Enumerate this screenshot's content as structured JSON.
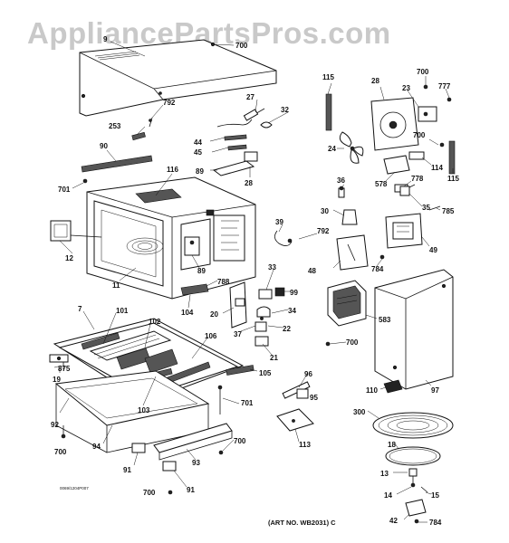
{
  "watermark": "AppliancePartsPros.com",
  "art_number": "(ART NO. WB2031) C",
  "small_code": "0069/1204P007",
  "labels": {
    "l9": "9",
    "l700a": "700",
    "l792a": "792",
    "l27": "27",
    "l32": "32",
    "l253": "253",
    "l90": "90",
    "l44": "44",
    "l45": "45",
    "l116": "116",
    "l89a": "89",
    "l28a": "28",
    "l701a": "701",
    "l12": "12",
    "l11": "11",
    "l89b": "89",
    "l788": "788",
    "l104": "104",
    "l7": "7",
    "l101": "101",
    "l102": "102",
    "l106": "106",
    "l875": "875",
    "l19": "19",
    "l103": "103",
    "l105": "105",
    "l92": "92",
    "l94": "94",
    "l700b": "700",
    "l701b": "701",
    "l700c": "700",
    "l91a": "91",
    "l93": "93",
    "l700d": "700",
    "l91b": "91",
    "l115a": "115",
    "l28b": "28",
    "l700e": "700",
    "l23": "23",
    "l777": "777",
    "l24": "24",
    "l700f": "700",
    "l114": "114",
    "l115b": "115",
    "l578": "578",
    "l778": "778",
    "l36": "36",
    "l35": "35",
    "l30": "30",
    "l785": "785",
    "l39": "39",
    "l792b": "792",
    "l49": "49",
    "l48": "48",
    "l784a": "784",
    "l33": "33",
    "l99": "99",
    "l20": "20",
    "l34": "34",
    "l22": "22",
    "l37": "37",
    "l21": "21",
    "l583": "583",
    "l700g": "700",
    "l96": "96",
    "l95": "95",
    "l110": "110",
    "l97": "97",
    "l113": "113",
    "l300": "300",
    "l18": "18",
    "l13": "13",
    "l14": "14",
    "l15": "15",
    "l42": "42",
    "l784b": "784"
  }
}
